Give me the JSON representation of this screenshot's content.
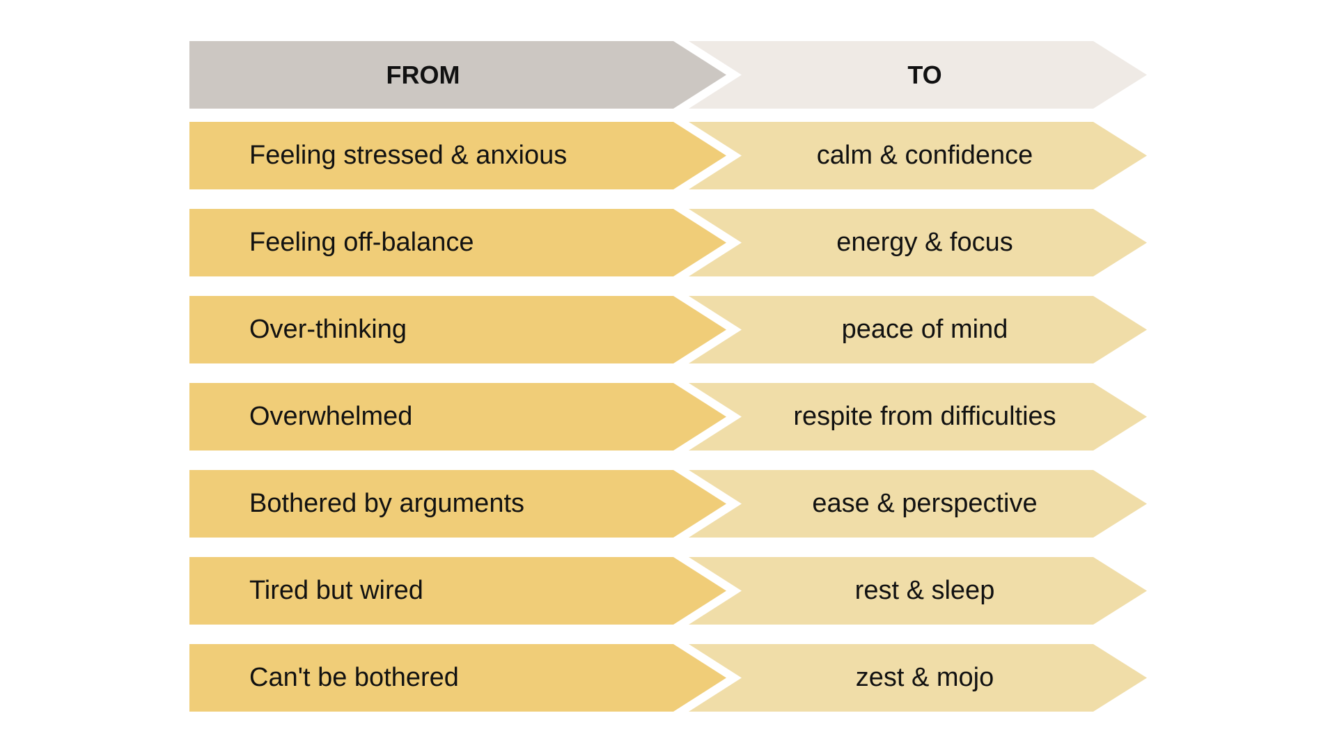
{
  "header": {
    "from_label": "FROM",
    "to_label": "TO"
  },
  "colors": {
    "header_from": "#CCC7C2",
    "header_to": "#EFEAE5",
    "row_from": "#F0CD78",
    "row_to": "#F0DDA8"
  },
  "rows": [
    {
      "from": "Feeling stressed & anxious",
      "to": "calm & confidence"
    },
    {
      "from": "Feeling off-balance",
      "to": "energy & focus"
    },
    {
      "from": "Over-thinking",
      "to": "peace of mind"
    },
    {
      "from": "Overwhelmed",
      "to": "respite from difficulties"
    },
    {
      "from": "Bothered by arguments",
      "to": "ease & perspective"
    },
    {
      "from": "Tired but wired",
      "to": "rest & sleep"
    },
    {
      "from": "Can't be bothered",
      "to": "zest & mojo"
    }
  ]
}
